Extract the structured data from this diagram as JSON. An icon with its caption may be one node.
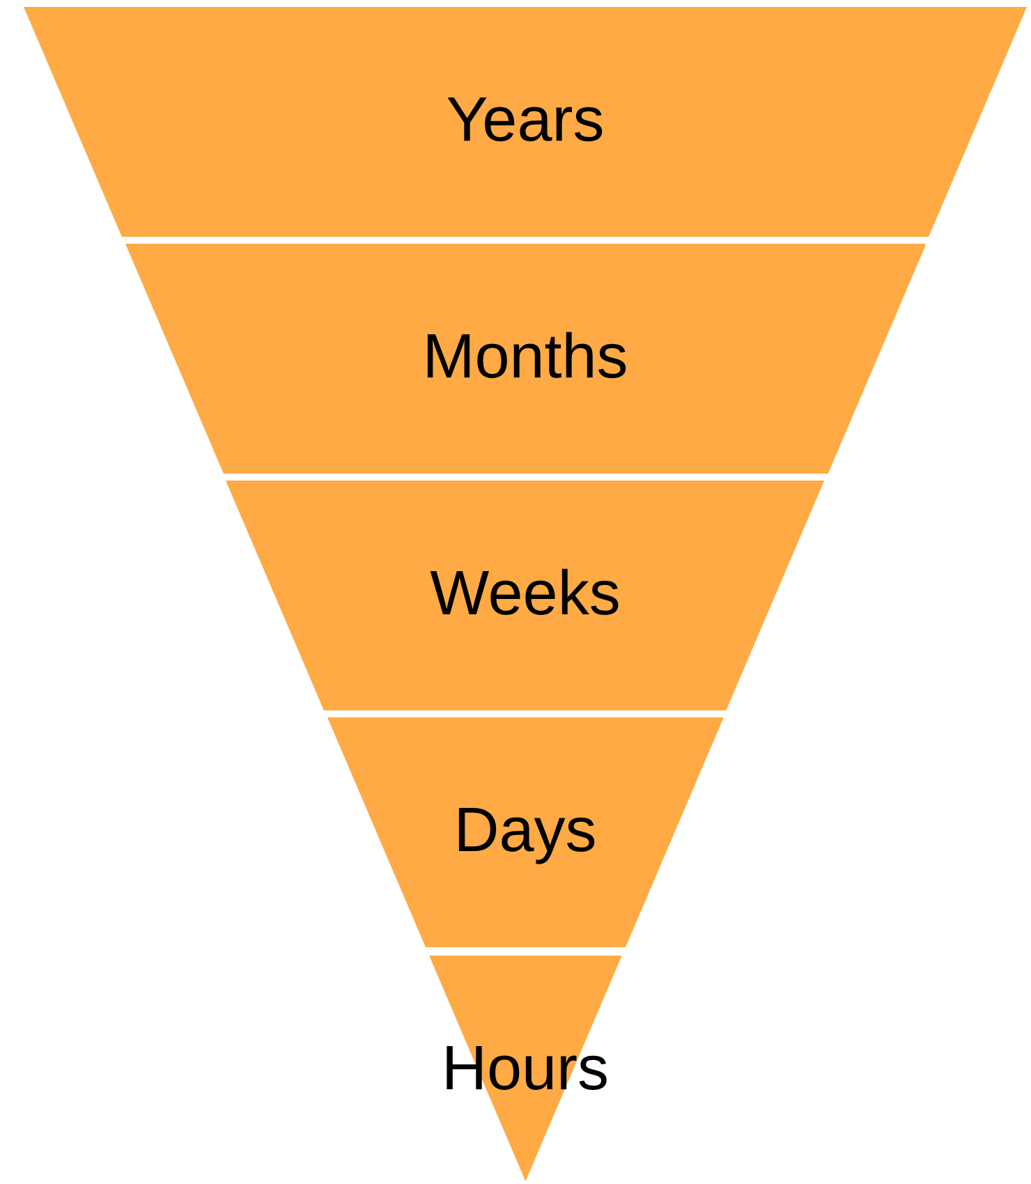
{
  "diagram": {
    "nodes": [
      {
        "text": [
          "Years"
        ]
      },
      {
        "text": [
          "Months"
        ]
      },
      {
        "text": [
          "Weeks"
        ]
      },
      {
        "text": [
          "Days"
        ]
      },
      {
        "text": [
          "Hours"
        ]
      }
    ]
  }
}
